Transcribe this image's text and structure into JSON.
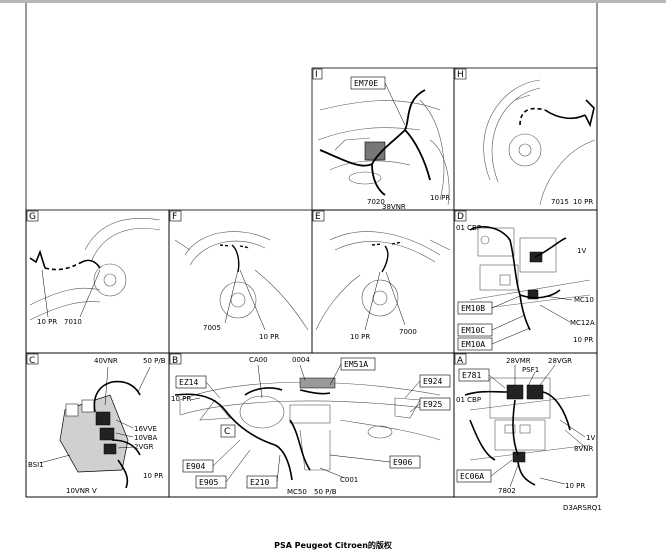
{
  "panels": {
    "I": {
      "letter": "I",
      "tags": [
        "EM70E"
      ],
      "labels": [
        "7020",
        "38VNR",
        "10 PR"
      ]
    },
    "H": {
      "letter": "H",
      "labels": [
        "7015",
        "10 PR"
      ]
    },
    "G": {
      "letter": "G",
      "labels": [
        "10 PR",
        "7010"
      ]
    },
    "F": {
      "letter": "F",
      "labels": [
        "7005",
        "10 PR"
      ]
    },
    "E": {
      "letter": "E",
      "labels": [
        "10 PR",
        "7000"
      ]
    },
    "D": {
      "letter": "D",
      "tags": [
        "EM10B",
        "EM10C",
        "EM10A"
      ],
      "labels": [
        "01 CBP",
        "1V",
        "MC10",
        "MC12A",
        "10 PR"
      ]
    },
    "C": {
      "letter": "C",
      "labels": [
        "40VNR",
        "50 P/B",
        "16VVE",
        "10VBA",
        "2VGR",
        "10 PR",
        "BSI1",
        "10VNR  V"
      ]
    },
    "B": {
      "letter": "B",
      "tags": [
        "EM51A",
        "EZ14",
        "E924",
        "E925",
        "E904",
        "E905",
        "E210",
        "E906"
      ],
      "inset": "C",
      "labels": [
        "CA00",
        "0004",
        "10 PR",
        "C001",
        "MC50",
        "50 P/B"
      ]
    },
    "A": {
      "letter": "A",
      "tags": [
        "E781",
        "EC06A"
      ],
      "labels": [
        "28VMR",
        "28VGR",
        "PSF1",
        "01 CBP",
        "1V",
        "8VNR",
        "7802",
        "10 PR"
      ]
    }
  },
  "drawing_ref": "D3ARSRQ1",
  "caption": "PSA Peugeot Citroen的版权"
}
